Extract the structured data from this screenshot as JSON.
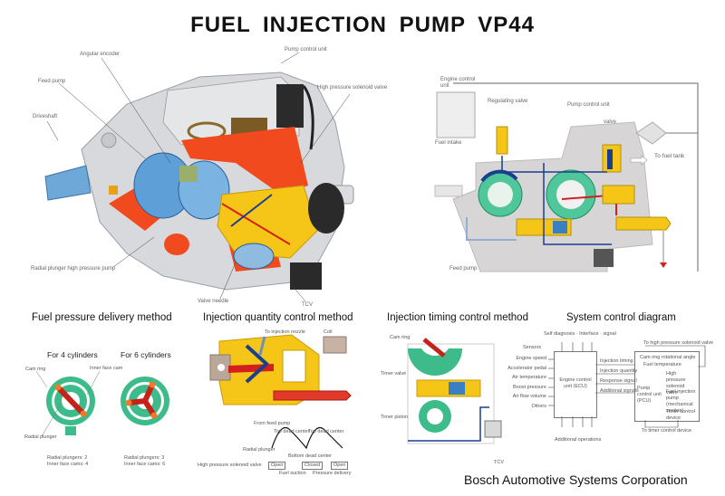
{
  "title": "FUEL INJECTION PUMP VP44",
  "main_cutaway": {
    "labels": {
      "angular_encoder": "Angular encoder",
      "pump_control_unit": "Pump control unit",
      "feed_pump": "Feed pump",
      "high_pressure_solenoid_valve": "High pressure solenoid valve",
      "driveshaft": "Driveshaft",
      "radial_plunger_pump": "Radial plunger high pressure pump",
      "valve_needle": "Valve needle",
      "tcv": "TCV"
    }
  },
  "schematic": {
    "labels": {
      "engine_control_unit": "Engine control unit",
      "regulating_valve": "Regulating valve",
      "pump_control_unit": "Pump control unit",
      "valve": "valve",
      "fuel_intake": "Fuel intake",
      "to_fuel_tank": "To fuel tank",
      "feed_pump": "Feed pump"
    }
  },
  "sections": {
    "fuel_pressure": {
      "heading": "Fuel pressure delivery method",
      "four_cyl": {
        "label": "For 4 cylinders",
        "cam_ring": "Cam ring",
        "inner_face_cam": "Inner face cam",
        "radial_plunger": "Radial plunger",
        "spec_line1": "Radial plungers: 2",
        "spec_line2": "Inner face cams: 4"
      },
      "six_cyl": {
        "label": "For 6 cylinders",
        "spec_line1": "Radial plungers: 3",
        "spec_line2": "Inner face cams: 6"
      }
    },
    "injection_quantity": {
      "heading": "Injection quantity control method",
      "labels": {
        "to_injection_nozzle": "To injection nozzle",
        "coil": "Coil",
        "from_feed_pump": "From feed pump",
        "top_dead_center_1": "Top dead center",
        "top_dead_center_2": "Top dead center",
        "radial_plunger": "Radial plunger",
        "bottom_dead_center": "Bottom dead center",
        "hp_solenoid_valve": "High pressure solenoid valve",
        "open1": "Open",
        "closed": "Closed",
        "open2": "Open",
        "fuel_suction": "Fuel suction",
        "pressure_delivery": "Pressure delivery"
      }
    },
    "injection_timing": {
      "heading": "Injection timing control method",
      "labels": {
        "cam_ring": "Cam ring",
        "timer_valve": "Timer valve",
        "timer_piston": "Timer piston",
        "tcv": "TCV"
      }
    },
    "system_control": {
      "heading": "System control diagram",
      "top_label": "Self diagnosis · Interface · signal",
      "sensors_label": "Sensors",
      "sensors": [
        "Engine speed",
        "Accelerator pedal",
        "Air temperature",
        "Boost pressure",
        "Air flow volume",
        "Others"
      ],
      "ecu": "Engine control unit (ECU)",
      "signals": [
        "Injection timing",
        "Injection quantity",
        "Response signal",
        "Additional signals"
      ],
      "bottom_label": "Additional operations",
      "to_hp_valve": "To high pressure solenoid valve",
      "cam_ring_angle": "Cam ring rotational angle",
      "fuel_temp": "Fuel temperature",
      "pcu": "Pump control unit (PCU)",
      "hp_valve": "High pressure solenoid valve",
      "mech": "Fuel injection pump (mechanical section)",
      "timer": "Timer control device",
      "to_timer": "To timer control device"
    }
  },
  "footer": "Bosch Automotive Systems Corporation",
  "colors": {
    "orange": "#f04a1e",
    "yellow": "#f5c518",
    "blue": "#3a7fc4",
    "darkblue": "#1b3f8f",
    "green": "#3dbb8a",
    "red": "#d4201c",
    "gray": "#c9ccd0"
  }
}
